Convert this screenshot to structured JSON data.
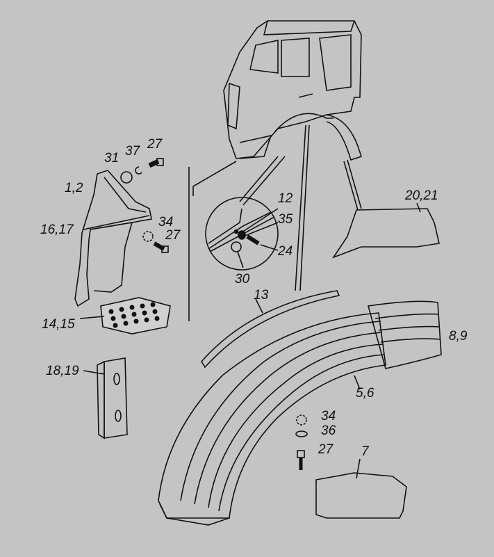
{
  "diagram": {
    "type": "exploded parts diagram",
    "labels": {
      "l27a": "27",
      "l37": "37",
      "l31": "31",
      "l1_2": "1,2",
      "l34a": "34",
      "l27b": "27",
      "l16_17": "16,17",
      "l14_15": "14,15",
      "l18_19": "18,19",
      "l12": "12",
      "l35": "35",
      "l24": "24",
      "l30": "30",
      "l20_21": "20,21",
      "l13": "13",
      "l8_9": "8,9",
      "l5_6": "5,6",
      "l34b": "34",
      "l36": "36",
      "l27c": "27",
      "l7": "7"
    }
  }
}
